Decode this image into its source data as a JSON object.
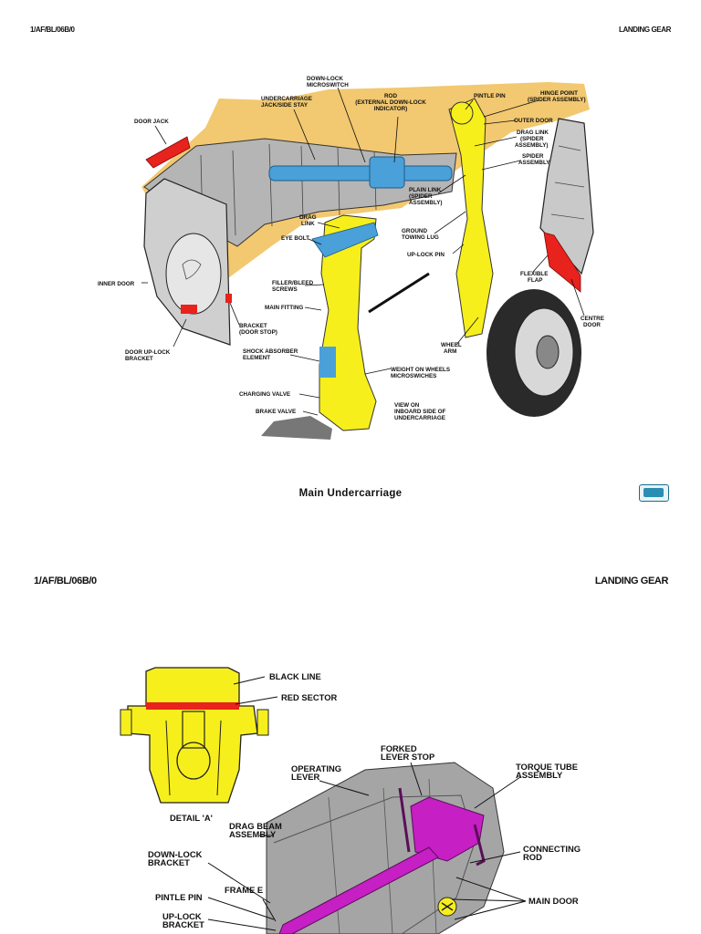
{
  "page1": {
    "doc_ref": "1/AF/BL/06B/0",
    "section": "LANDING GEAR",
    "caption": "Main  Undercarriage",
    "labels": {
      "down_lock_microswitch": [
        "DOWN-LOCK",
        "MICROSWITCH"
      ],
      "undercarriage_jack": [
        "UNDERCARRIAGE",
        "JACK/SIDE STAY"
      ],
      "rod": [
        "ROD",
        "(EXTERNAL DOWN-LOCK",
        "INDICATOR)"
      ],
      "pintle_pin": [
        "PINTLE PIN"
      ],
      "hinge_point": [
        "HINGE POINT",
        "(SPIDER ASSEMBLY)"
      ],
      "outer_door": [
        "OUTER DOOR"
      ],
      "drag_link_spider": [
        "DRAG LINK",
        "(SPIDER",
        "ASSEMBLY)"
      ],
      "spider_assembly": [
        "SPIDER",
        "ASSEMBLY"
      ],
      "door_jack": [
        "DOOR JACK"
      ],
      "plain_link": [
        "PLAIN LINK",
        "(SPIDER",
        "ASSEMBLY)"
      ],
      "drag_link": [
        "DRAG",
        "LINK"
      ],
      "eye_bolt": [
        "EYE BOLT"
      ],
      "ground_towing_lug": [
        "GROUND",
        "TOWING LUG"
      ],
      "up_lock_pin": [
        "UP-LOCK PIN"
      ],
      "inner_door": [
        "INNER DOOR"
      ],
      "filler_bleed": [
        "FILLER/BLEED",
        "SCREWS"
      ],
      "main_fitting": [
        "MAIN FITTING"
      ],
      "flexible_flap": [
        "FLEXIBLE",
        "FLAP"
      ],
      "centre_door": [
        "CENTRE",
        "DOOR"
      ],
      "bracket_door_stop": [
        "BRACKET",
        "(DOOR STOP)"
      ],
      "wheel_arm": [
        "WHEEL",
        "ARM"
      ],
      "door_uplock_bracket": [
        "DOOR UP-LOCK",
        "BRACKET"
      ],
      "shock_absorber": [
        "SHOCK ABSORBER",
        "ELEMENT"
      ],
      "weight_on_wheels": [
        "WEIGHT ON WHEELS",
        "MICROSWICHES"
      ],
      "charging_valve": [
        "CHARGING VALVE"
      ],
      "view_on": [
        "VIEW ON",
        "INBOARD SIDE OF",
        "UNDERCARRIAGE"
      ],
      "brake_valve": [
        "BRAKE VALVE"
      ]
    }
  },
  "page2": {
    "doc_ref": "1/AF/BL/06B/0",
    "section": "LANDING GEAR",
    "labels": {
      "black_line": [
        "BLACK LINE"
      ],
      "red_sector": [
        "RED SECTOR"
      ],
      "detail_a": [
        "DETAIL 'A'"
      ],
      "forked_lever_stop": [
        "FORKED",
        "LEVER STOP"
      ],
      "operating_lever": [
        "OPERATING",
        "LEVER"
      ],
      "torque_tube": [
        "TORQUE TUBE",
        "ASSEMBLY"
      ],
      "drag_beam": [
        "DRAG BEAM",
        "ASSEMBLY"
      ],
      "down_lock_bracket": [
        "DOWN-LOCK",
        "BRACKET"
      ],
      "connecting_rod": [
        "CONNECTING",
        "ROD"
      ],
      "pintle_pin": [
        "PINTLE PIN"
      ],
      "frame_e": [
        "FRAME E"
      ],
      "main_door": [
        "MAIN DOOR"
      ],
      "up_lock_bracket": [
        "UP-LOCK",
        "BRACKET"
      ]
    }
  },
  "colors": {
    "structure_tan": "#f2c870",
    "gear_yellow": "#f7ef1c",
    "jack_blue": "#4aa0d8",
    "door_red": "#e8221c",
    "metal_grey": "#9a9a9a",
    "linkage_magenta": "#c61fc4",
    "nav_button": "#2a8db3"
  },
  "nav_button_icon": "page-nav-icon"
}
